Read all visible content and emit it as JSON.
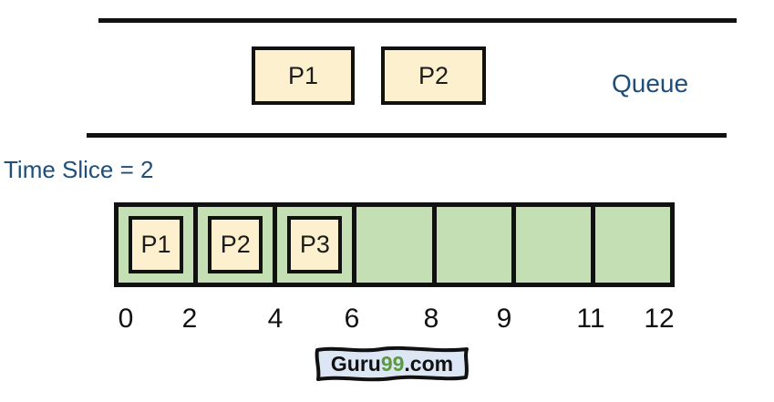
{
  "queue": {
    "label": "Queue",
    "items": [
      {
        "label": "P1"
      },
      {
        "label": "P2"
      }
    ]
  },
  "time_slice_label": "Time Slice = 2",
  "timeline": {
    "cells": [
      {
        "process": "P1"
      },
      {
        "process": "P2"
      },
      {
        "process": "P3"
      },
      {
        "process": ""
      },
      {
        "process": ""
      },
      {
        "process": ""
      },
      {
        "process": ""
      }
    ],
    "tick_labels": [
      "0",
      "2",
      "4",
      "6",
      "8",
      "9",
      "11",
      "12"
    ]
  },
  "logo": {
    "prefix": "Guru",
    "number": "99",
    "suffix": ".com"
  },
  "colors": {
    "accent_blue": "#1F4E79",
    "process_box_fill": "#FCF0CE",
    "timeline_cell_fill": "#C5DFB4",
    "line_black": "#111111",
    "logo_fill": "#DCE6F5",
    "logo_number_green": "#5B9A3E"
  }
}
